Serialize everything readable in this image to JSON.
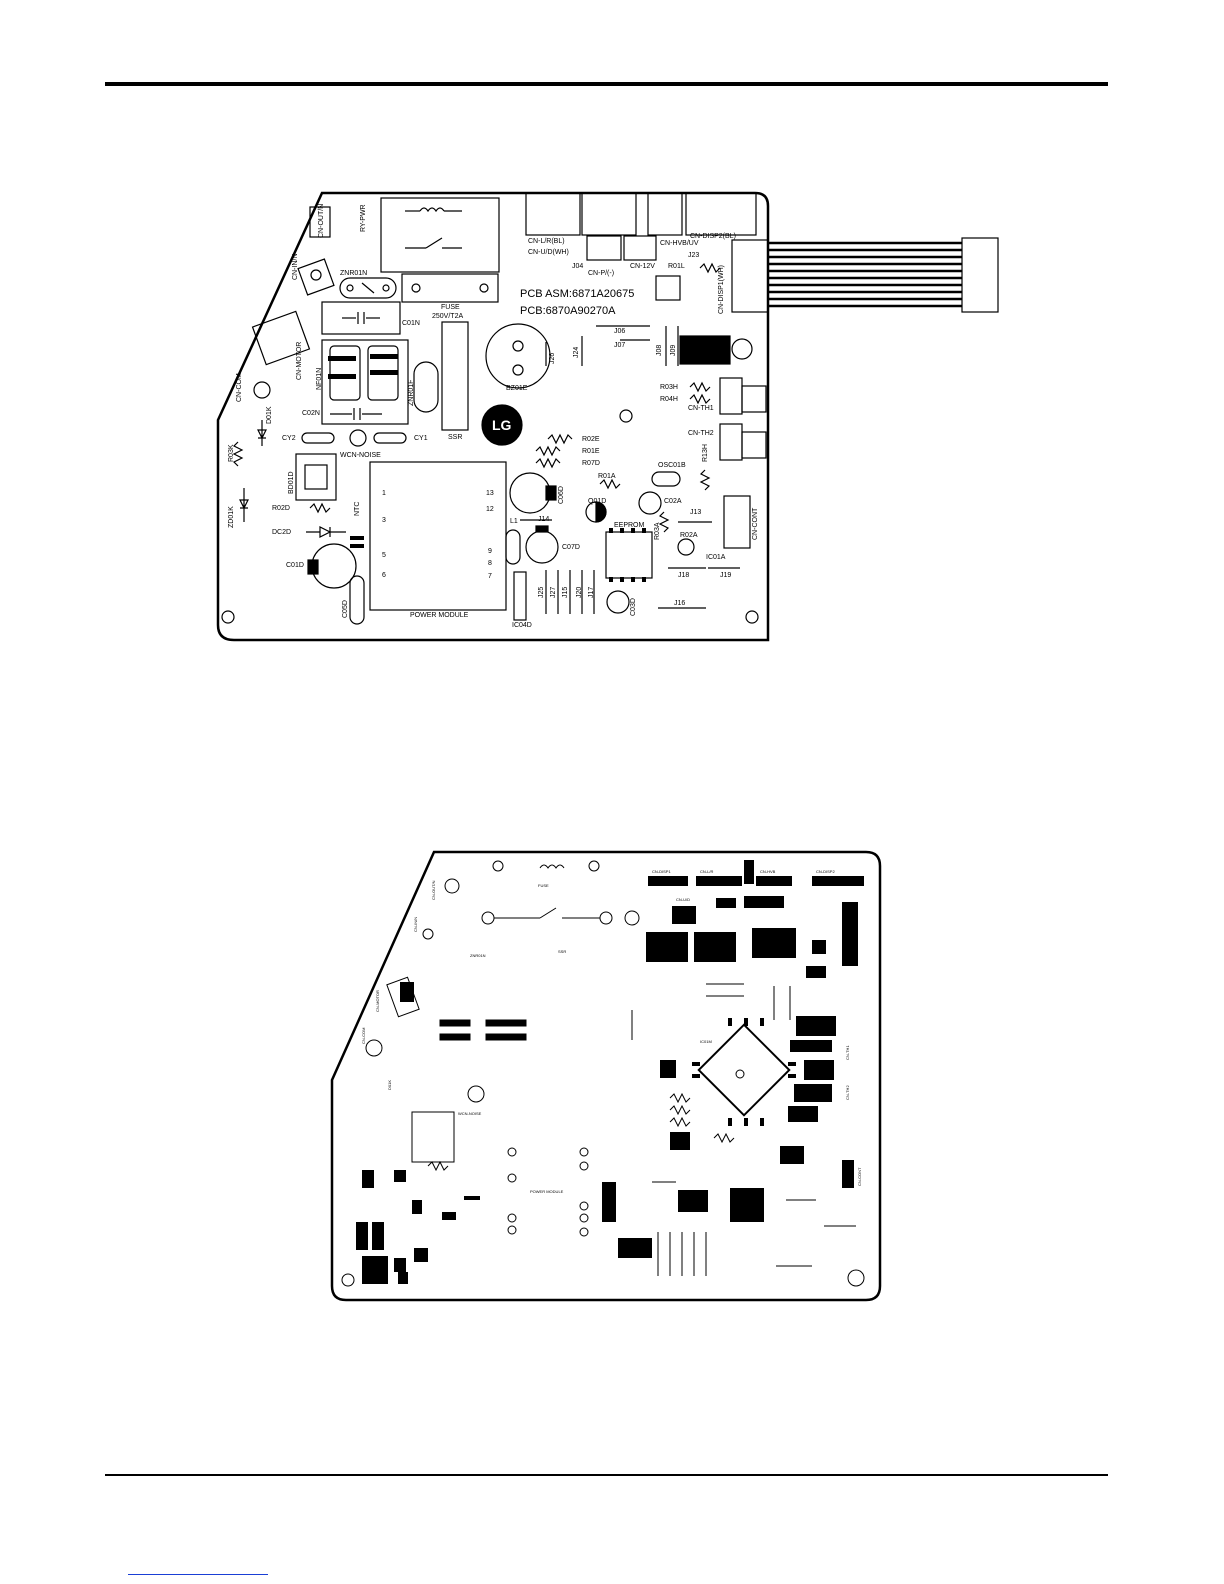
{
  "board1": {
    "title_asm": "PCB ASM:6871A20675",
    "title_pcb": "PCB:6870A90270A",
    "labels": {
      "cn_out_n": "CN-OUT/N",
      "ry_pwr": "RY-PWR",
      "cn_l_rbl": "CN-L/R(BL)",
      "cn_u_d_wh": "CN-U/D(WH)",
      "cn_hvb_uv": "CN-HVB/UV",
      "cn_disp2": "CN-DISP2(BL)",
      "cn_disp1": "CN-DISP1(WH)",
      "cn_in_n": "CN-IN/N",
      "znr01n": "ZNR01N",
      "j04": "J04",
      "cn_p": "CN-P/(-)",
      "cn_12v": "CN-12V",
      "r01l": "R01L",
      "j23": "J23",
      "fuse": "FUSE",
      "fuse_rating": "250V/T2A",
      "c01n": "C01N",
      "cn_motor": "CN-MOTOR",
      "nf01n": "NF01N",
      "znr01f": "ZNR01F",
      "bz01e": "BZ01E",
      "j06": "J06",
      "j07": "J07",
      "j24": "J24",
      "j26": "J26",
      "j08": "J08",
      "j09": "J09",
      "cn_com": "CN-COM",
      "c02n": "C02N",
      "d01k": "D01K",
      "r03k": "R03K",
      "cy2": "CY2",
      "cy1": "CY1",
      "ssr": "SSR",
      "wcn_noise": "WCN-NOISE",
      "r03h": "R03H",
      "r04h": "R04H",
      "cn_th1": "CN-TH1",
      "cn_th2": "CN-TH2",
      "r13h": "R13H",
      "r02e": "R02E",
      "r01e": "R01E",
      "r07d": "R07D",
      "r01a": "R01A",
      "osc01b": "OSC01B",
      "bd01d": "BD01D",
      "c06d": "C06D",
      "q01d": "Q01D",
      "c02a": "C02A",
      "j13": "J13",
      "r02d": "R02D",
      "ntc": "NTC",
      "zd01k": "ZD01K",
      "dc2d": "DC2D",
      "l1": "L1",
      "j14": "J14",
      "c07d": "C07D",
      "eeprom": "EEPROM",
      "r02a": "R02A",
      "r03a": "R03A",
      "ic01a": "IC01A",
      "cn_cont": "CN-CONT",
      "c01d": "C01D",
      "c05d": "C05D",
      "j25": "J25",
      "j27": "J27",
      "j15": "J15",
      "j20": "J20",
      "j17": "J17",
      "j18": "J18",
      "j19": "J19",
      "j16": "J16",
      "c03d": "C03D",
      "ic04d": "IC04D",
      "power_module": "POWER MODULE",
      "pin_numbers_left": [
        "1",
        "3",
        "5",
        "6"
      ],
      "pin_numbers_right": [
        "13",
        "12",
        "9",
        "8",
        "7"
      ]
    }
  },
  "board2": {
    "labels": {
      "cn_disp1": "CN-DISP1",
      "cn_l_r": "CN-L/R",
      "cn_u_d": "CN-U/D",
      "cn_hvb": "CN-HVB",
      "cn_disp2": "CN-DISP2",
      "ssr": "SSR",
      "fuse": "FUSE",
      "znr": "ZNR01N",
      "cn_motor": "CN-MOTOR",
      "wcn_noise": "WCN-NOISE",
      "power_module": "POWER MODULE",
      "cn_com": "CN-COM",
      "d01k": "D01K",
      "ic01m": "IC01M",
      "cn_th1": "CN-TH1",
      "cn_th2": "CN-TH2",
      "cn_cont": "CN-CONT",
      "cn_out_n": "CN-OUT/N",
      "cn_in_n": "CN-IN/N"
    }
  }
}
